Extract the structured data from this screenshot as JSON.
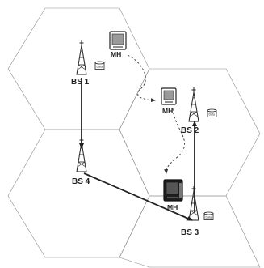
{
  "base_stations": [
    {
      "id": "bs1",
      "label": "BS 1",
      "db_label": "Data"
    },
    {
      "id": "bs2",
      "label": "BS 2",
      "db_label": "Data"
    },
    {
      "id": "bs3",
      "label": "BS 3",
      "db_label": "Data"
    },
    {
      "id": "bs4",
      "label": "BS 4"
    }
  ],
  "mobile_hosts": [
    {
      "id": "mh1",
      "label": "MH"
    },
    {
      "id": "mh2",
      "label": "MH"
    },
    {
      "id": "mh3",
      "label": "MH"
    }
  ],
  "colors": {
    "cell_border": "#8a8a8a",
    "link": "#222222"
  }
}
